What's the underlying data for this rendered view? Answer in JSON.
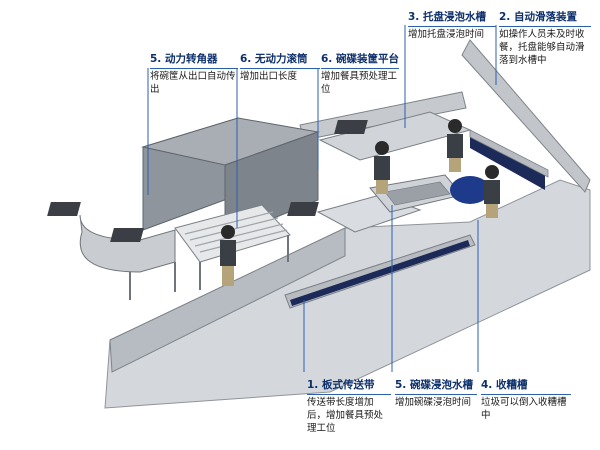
{
  "callouts": [
    {
      "id": "c5",
      "title": "5. 动力转角器",
      "desc": "将碗筐从出口自动传出"
    },
    {
      "id": "c6a",
      "title": "6. 无动力滚筒",
      "desc": "增加出口长度"
    },
    {
      "id": "c6b",
      "title": "6. 碗碟装筐平台",
      "desc": "增加餐具预处理工位"
    },
    {
      "id": "c3",
      "title": "3. 托盘浸泡水槽",
      "desc": "增加托盘浸泡时间"
    },
    {
      "id": "c2",
      "title": "2. 自动滑落装置",
      "desc": "如操作人员未及时收餐，托盘能够自动滑落到水槽中"
    },
    {
      "id": "c1",
      "title": "1. 板式传送带",
      "desc": "传送带长度增加后，增加餐具预处理工位"
    },
    {
      "id": "c5b",
      "title": "5. 碗碟浸泡水槽",
      "desc": "增加碗碟浸泡时间"
    },
    {
      "id": "c4",
      "title": "4. 收糟槽",
      "desc": "垃圾可以倒入收糟槽中"
    }
  ],
  "colors": {
    "leader": "#2b5fb0",
    "title": "#0d2f6b",
    "steel": "#c7cbd0",
    "steel_dark": "#8e949b",
    "belt": "#1c2a5a"
  }
}
